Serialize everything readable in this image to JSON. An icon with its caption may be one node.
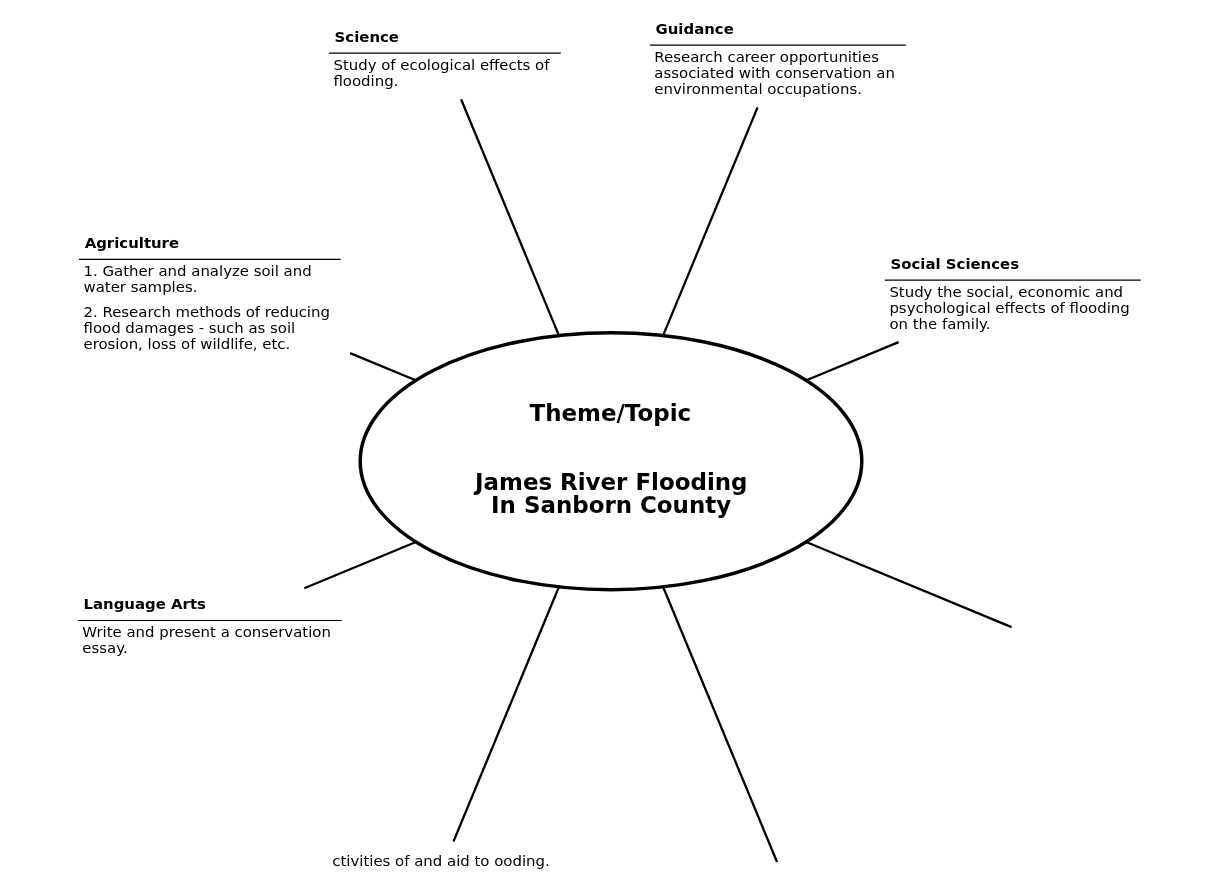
{
  "diagram": {
    "nodes": [
      {
        "text": [
          "Theme/Topic",
          "James River Flooding In Sanborn County"
        ]
      },
      {
        "text": [
          "Social Sciences",
          "Study the social, economic and psychological effects of flooding on the family."
        ]
      },
      {
        "text": [
          "Guidance",
          "Research career opportunities associated with conservation an environmental occupations."
        ]
      },
      {
        "text": [
          "Science",
          "Study of ecological effects of flooding."
        ]
      },
      {
        "text": [
          "Agriculture",
          "1. Gather and analyze soil and water samples.",
          "2. Research methods of reducing flood damages - such as soil erosion, loss of wildlife, etc."
        ]
      },
      {
        "text": [
          "Language Arts",
          "Write and present a conservation essay."
        ]
      },
      {
        "text": [
          "ctivities of and aid to ooding."
        ]
      }
    ],
    "edges": [
      {
        "from": 0,
        "to": 1,
        "arrow": "none"
      },
      {
        "from": 0,
        "to": 2,
        "arrow": "none"
      },
      {
        "from": 0,
        "to": 3,
        "arrow": "none"
      },
      {
        "from": 0,
        "to": 4,
        "arrow": "none"
      },
      {
        "from": 0,
        "to": 5,
        "arrow": "none"
      },
      {
        "from": 0,
        "to": 6,
        "arrow": "none"
      },
      {
        "from": 0,
        "to": null,
        "arrow": "none"
      },
      {
        "from": 0,
        "to": null,
        "arrow": "none"
      }
    ]
  }
}
